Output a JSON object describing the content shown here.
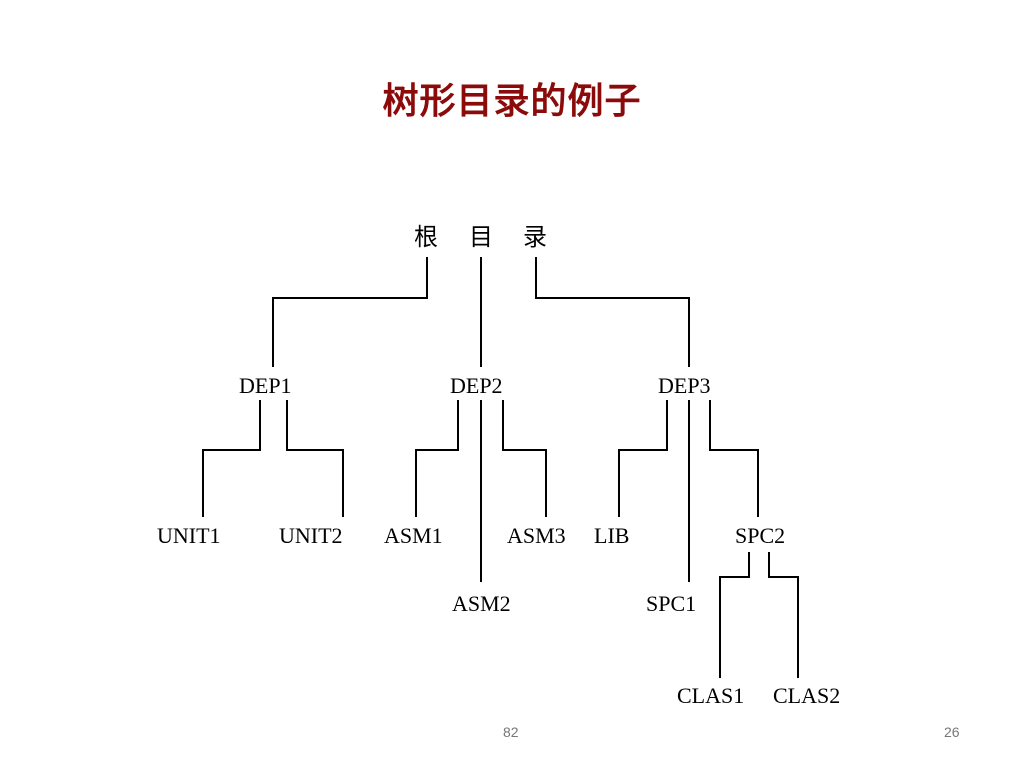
{
  "slide": {
    "title": "树形目录的例子",
    "page_center": "82",
    "page_right": "26"
  },
  "colors": {
    "title": "#8B0A0A",
    "lines": "#000000"
  },
  "tree": {
    "root": {
      "c1": "根",
      "c2": "目",
      "c3": "录"
    },
    "dep1": "DEP1",
    "dep2": "DEP2",
    "dep3": "DEP3",
    "unit1": "UNIT1",
    "unit2": "UNIT2",
    "asm1": "ASM1",
    "asm2": "ASM2",
    "asm3": "ASM3",
    "lib": "LIB",
    "spc1": "SPC1",
    "spc2": "SPC2",
    "clas1": "CLAS1",
    "clas2": "CLAS2"
  }
}
